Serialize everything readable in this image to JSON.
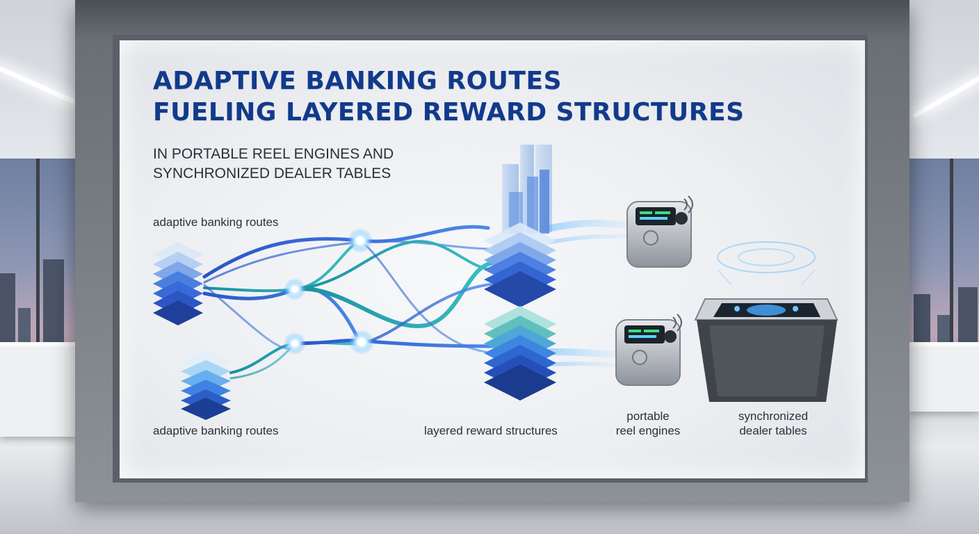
{
  "title_line1": "ADAPTIVE BANKING ROUTES",
  "title_line2": "FUELING LAYERED REWARD STRUCTURES",
  "subtitle_line1": "IN PORTABLE REEL ENGINES AND",
  "subtitle_line2": "SYNCHRONIZED DEALER TABLES",
  "labels": {
    "source_top": "adaptive banking routes",
    "source_bottom": "adaptive banking routes",
    "reward": "layered reward structures",
    "reel_line1": "portable",
    "reel_line2": "reel engines",
    "dealer_line1": "synchronized",
    "dealer_line2": "dealer tables"
  },
  "colors": {
    "title": "#123a8c",
    "route_blue": "#2f5fd0",
    "route_teal": "#1fa3a8",
    "node_glow": "#bfe6ff"
  },
  "icons": [
    "data-stack-icon",
    "bar-chart-icon",
    "reel-engine-device-icon",
    "dealer-table-device-icon",
    "node-icon"
  ]
}
